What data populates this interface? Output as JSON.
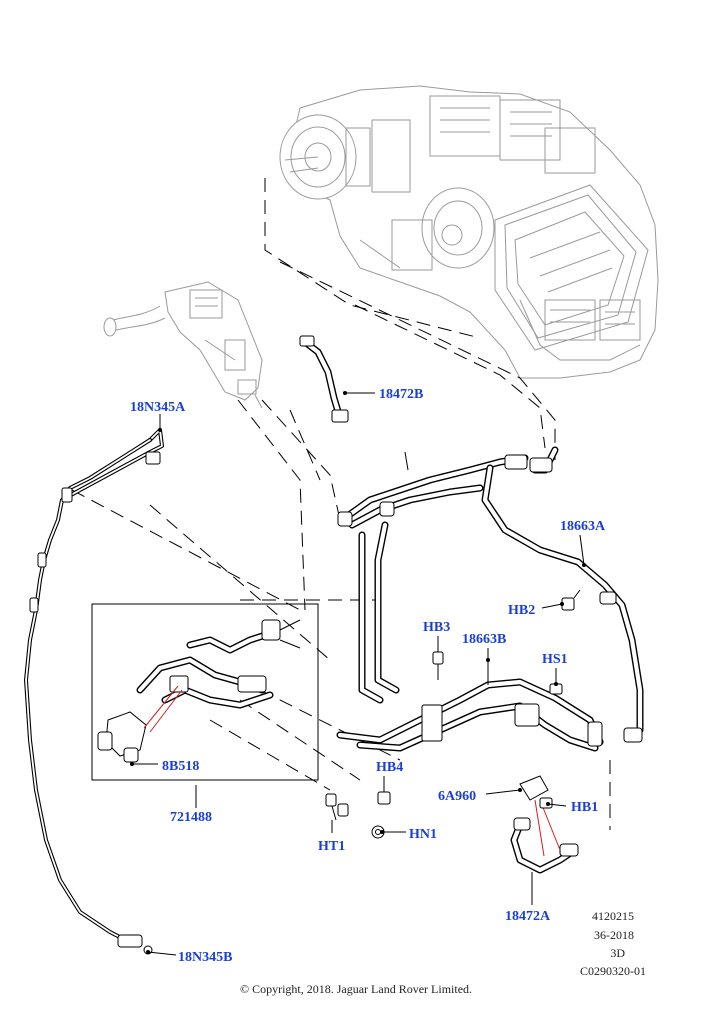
{
  "diagram": {
    "callouts": {
      "c18N345A": "18N345A",
      "c18472B": "18472B",
      "c18663A": "18663A",
      "cHB2": "HB2",
      "cHB3": "HB3",
      "c18663B": "18663B",
      "cHS1": "HS1",
      "c8B518": "8B518",
      "c721488": "721488",
      "cHB4": "HB4",
      "c6A960": "6A960",
      "cHB1": "HB1",
      "cHT1": "HT1",
      "cHN1": "HN1",
      "c18472A": "18472A",
      "c18N345B": "18N345B"
    },
    "reference": {
      "line1": "4120215",
      "line2": "36-2018",
      "line3": "3D",
      "line4": "C0290320-01"
    },
    "copyright": "© Copyright, 2018. Jaguar Land Rover Limited.",
    "colors": {
      "callout": "#1a3fd6",
      "leader_red": "#d21f1f",
      "ghost_line": "#9a9a9a",
      "line": "#000000"
    }
  }
}
